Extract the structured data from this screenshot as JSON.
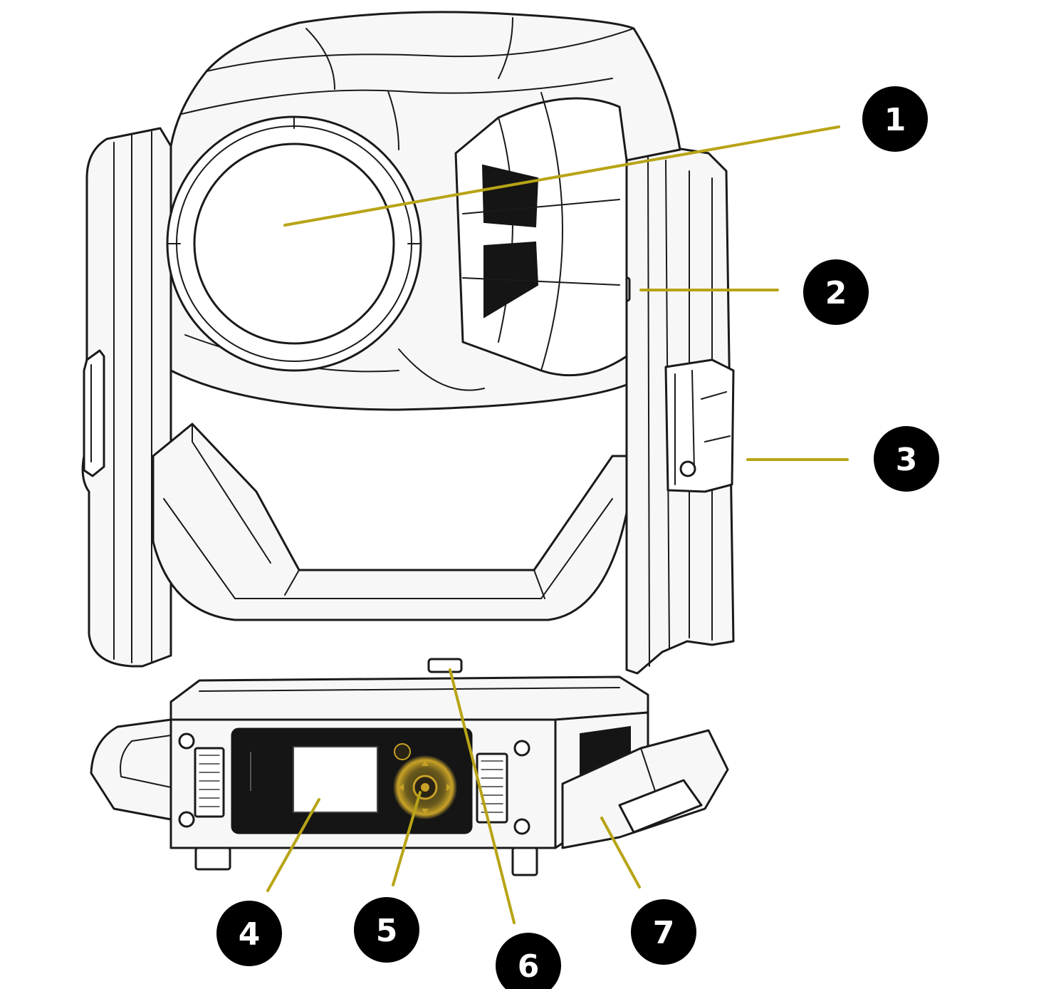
{
  "callouts": [
    {
      "label": "1"
    },
    {
      "label": "2"
    },
    {
      "label": "3"
    },
    {
      "label": "4"
    },
    {
      "label": "5"
    },
    {
      "label": "6"
    },
    {
      "label": "7"
    }
  ],
  "colors": {
    "leader": "#b8a416",
    "badge_fill": "#000000",
    "badge_text": "#ffffff",
    "outline": "#1a1a1a",
    "display_panel": "#151515",
    "keypad_glow": "#c9a227"
  },
  "icons": {
    "keypad": "navigation-keypad-icon",
    "display": "lcd-display-icon"
  }
}
